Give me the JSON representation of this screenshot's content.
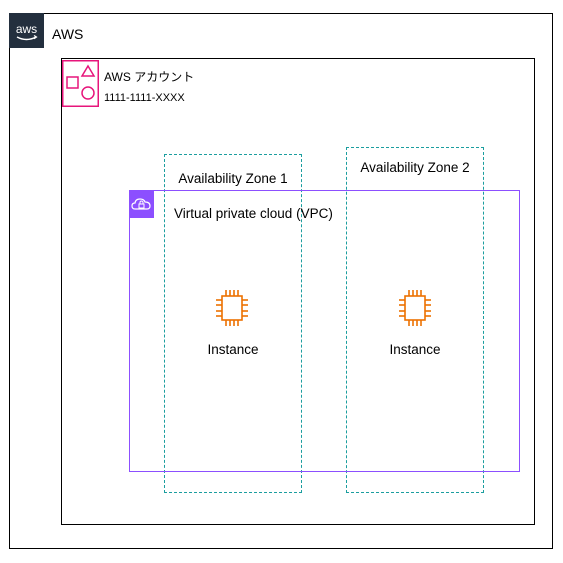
{
  "aws_group": {
    "title": "AWS",
    "badge_icon": "aws-logo-icon"
  },
  "account_group": {
    "title": "AWS アカウント",
    "account_id": "1111-1111-XXXX",
    "icon": "account-shapes-icon",
    "color": "#e7157b"
  },
  "availability_zones": [
    {
      "label": "Availability Zone 1"
    },
    {
      "label": "Availability Zone 2"
    }
  ],
  "zone_color": "#1b9e9f",
  "vpc": {
    "title": "Virtual private cloud (VPC)",
    "icon": "vpc-cloud-lock-icon",
    "color": "#8c4fff"
  },
  "instances": [
    {
      "label": "Instance",
      "icon": "ec2-instance-icon"
    },
    {
      "label": "Instance",
      "icon": "ec2-instance-icon"
    }
  ],
  "instance_color": "#ed7100"
}
